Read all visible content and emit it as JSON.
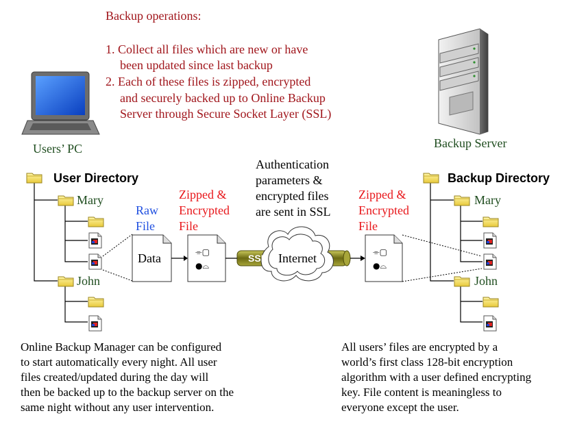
{
  "backup_ops": {
    "title": "Backup operations:",
    "step1_line1": "1. Collect all files which are new or have",
    "step1_line2": "been updated since last backup",
    "step2_line1": "2. Each of these files is zipped, encrypted",
    "step2_line2": "and securely backed up to Online Backup",
    "step2_line3": "Server through Secure Socket Layer (SSL)"
  },
  "pc_label": "Users’ PC",
  "server_label": "Backup Server",
  "user_dir": {
    "title": "User Directory",
    "folder1": "Mary",
    "folder2": "John"
  },
  "backup_dir": {
    "title": "Backup Directory",
    "folder1": "Mary",
    "folder2": "John"
  },
  "raw_file": {
    "line1": "Raw",
    "line2": "File",
    "doc_text": "Data"
  },
  "zipped_left": {
    "line1": "Zipped &",
    "line2": "Encrypted",
    "line3": "File"
  },
  "zipped_right": {
    "line1": "Zipped &",
    "line2": "Encrypted",
    "line3": "File"
  },
  "auth_text": {
    "line1": "Authentication",
    "line2": "parameters &",
    "line3": "encrypted files",
    "line4": "are sent in SSL"
  },
  "ssl_label": "SSL",
  "internet_label": "Internet",
  "left_note": {
    "line1": "Online Backup Manager can be configured",
    "line2": "to start automatically every night. All user",
    "line3": "files created/updated during the day will",
    "line4": "then be backed up to the backup server on the",
    "line5": "same night without any user intervention."
  },
  "right_note": {
    "line1": "All users’ files are encrypted by a",
    "line2": "world’s first class 128-bit encryption",
    "line3": "algorithm with a user defined encrypting",
    "line4": "key. File content is meaningless to",
    "line5": "everyone except the user."
  }
}
